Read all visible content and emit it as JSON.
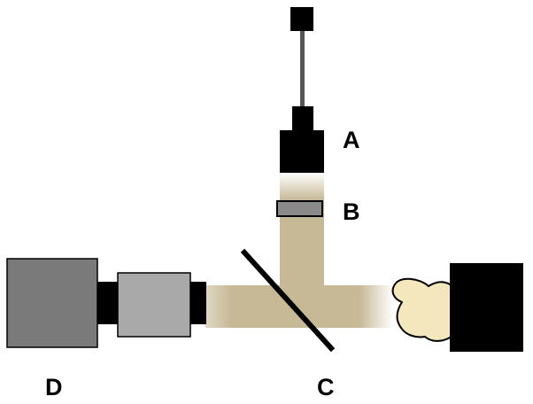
{
  "labels": {
    "a": "A",
    "b": "B",
    "c": "C",
    "d": "D"
  },
  "colors": {
    "beam": "#c7b896",
    "black": "#000000",
    "filter": "#8a8a8a",
    "camera_body": "#7a7a7a",
    "lens_barrel": "#a9a9a9",
    "tooth": "#f4e7bd"
  }
}
